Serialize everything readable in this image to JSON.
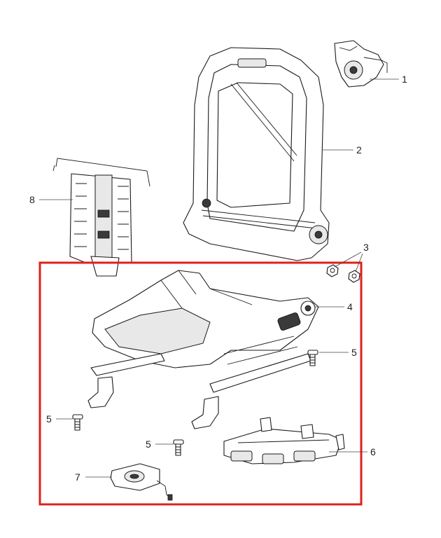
{
  "diagram": {
    "callouts": [
      {
        "id": "1",
        "label": "1"
      },
      {
        "id": "2",
        "label": "2"
      },
      {
        "id": "3",
        "label": "3"
      },
      {
        "id": "4",
        "label": "4"
      },
      {
        "id": "5a",
        "label": "5"
      },
      {
        "id": "5b",
        "label": "5"
      },
      {
        "id": "5c",
        "label": "5"
      },
      {
        "id": "6",
        "label": "6"
      },
      {
        "id": "7",
        "label": "7"
      },
      {
        "id": "8",
        "label": "8"
      }
    ],
    "highlight_color": "#e0201b"
  }
}
